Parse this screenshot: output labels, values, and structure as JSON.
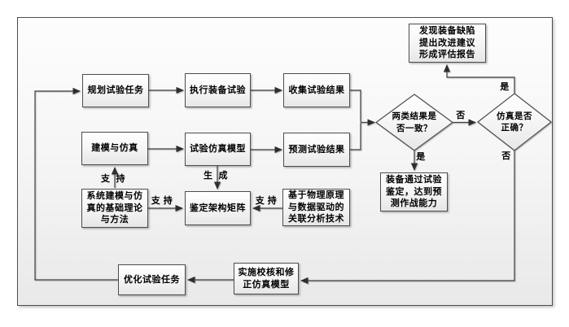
{
  "diagram": {
    "boxes": {
      "plan": {
        "label": "规划试验任务"
      },
      "execute": {
        "label": "执行装备试验"
      },
      "collect": {
        "label": "收集试验结果"
      },
      "modeling": {
        "label": "建模与仿真"
      },
      "sim_model": {
        "label": "试验仿真模型"
      },
      "predict": {
        "label": "预测试验结果"
      },
      "defect_report": {
        "label": "发现装备缺陷\n提出改进建议\n形成评估报告"
      },
      "equip_pass": {
        "label": "装备通过试验\n鉴定，达到预\n测作战能力"
      },
      "theory": {
        "label": "系统建模与仿\n真的基础理论\n与方法"
      },
      "matrix": {
        "label": "鉴定架构矩阵"
      },
      "physics": {
        "label": "基于物理原理\n与数据驱动的\n关联分析技术"
      },
      "optimize": {
        "label": "优化试验任务"
      },
      "implement": {
        "label": "实施校核和修\n正仿真模型"
      }
    },
    "decisions": {
      "consistent": {
        "label": "两类结果是\n否一致？"
      },
      "sim_correct": {
        "label": "仿真是否\n正确？"
      }
    },
    "edge_labels": {
      "support_up_left": "支",
      "support_up_right": "持",
      "support_left": "支 持",
      "support_right": "支 持",
      "generate_left": "生",
      "generate_right": "成",
      "yes_after_consistent": "是",
      "no_after_consistent": "否",
      "yes_after_correct": "是",
      "no_after_correct": "否"
    },
    "colors": {
      "line": "#3f3f3f",
      "shape_border": "#4d4d4d",
      "shape_fill_top": "#ffffff",
      "shape_fill_bottom": "#e7e7e7"
    }
  }
}
